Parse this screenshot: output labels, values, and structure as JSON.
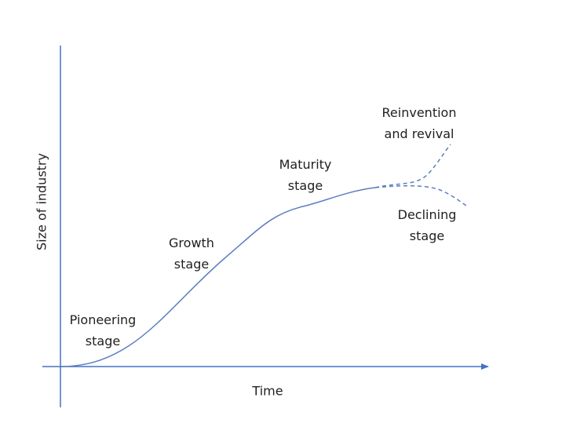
{
  "diagram": {
    "y_axis_label": "Size of industry",
    "x_axis_label": "Time",
    "stages": [
      {
        "line1": "Pioneering",
        "line2": "stage"
      },
      {
        "line1": "Growth",
        "line2": "stage"
      },
      {
        "line1": "Maturity",
        "line2": "stage"
      },
      {
        "line1": "Reinvention",
        "line2": "and revival"
      },
      {
        "line1": "Declining",
        "line2": "stage"
      }
    ],
    "colors": {
      "axis": "#4472c4",
      "curve": "#5b7ec0",
      "text": "#1f1f1f"
    }
  }
}
